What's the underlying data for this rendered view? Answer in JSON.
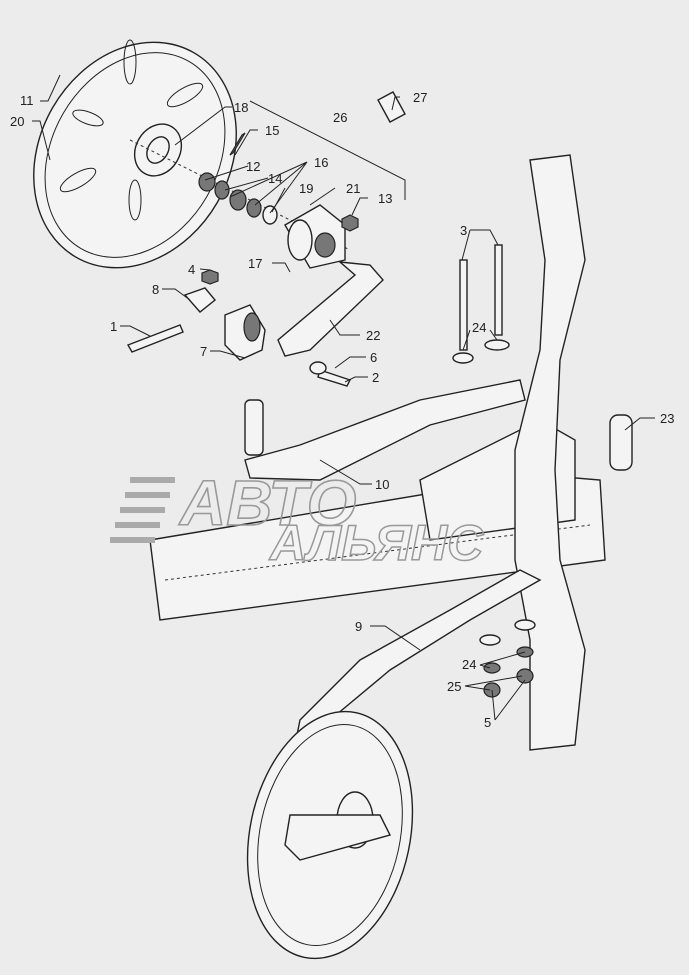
{
  "diagram": {
    "watermark": {
      "line1": "АВТО",
      "line2": "АЛЬЯНС"
    },
    "callouts": {
      "c1": "1",
      "c2": "2",
      "c3": "3",
      "c4": "4",
      "c5": "5",
      "c6": "6",
      "c7": "7",
      "c8": "8",
      "c9": "9",
      "c10": "10",
      "c11": "11",
      "c12": "12",
      "c13": "13",
      "c14": "14",
      "c15": "15",
      "c16": "16",
      "c17": "17",
      "c18": "18",
      "c19": "19",
      "c20": "20",
      "c21": "21",
      "c22": "22",
      "c23": "23",
      "c24a": "24",
      "c24b": "24",
      "c25": "25",
      "c26": "26",
      "c27": "27"
    }
  }
}
